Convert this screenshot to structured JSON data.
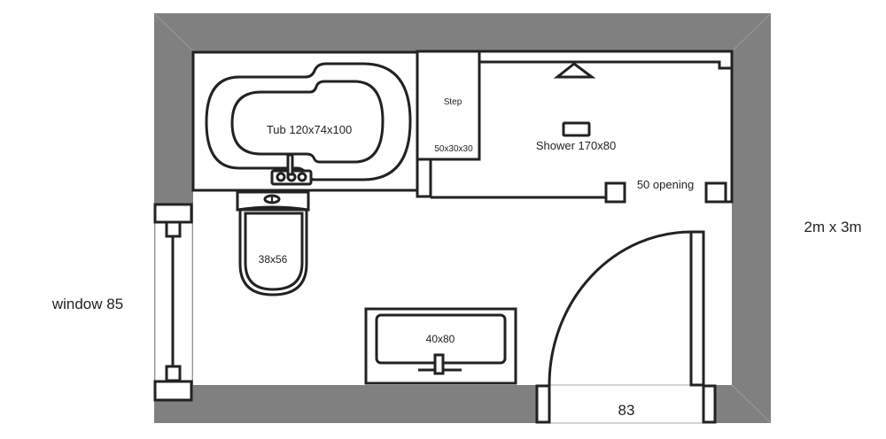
{
  "room_size": "2m x 3m",
  "window_label": "window 85",
  "door_label": "83",
  "tub_label": "Tub 120x74x100",
  "step_label": "Step",
  "step_size": "50x30x30",
  "shower_label": "Shower 170x80",
  "opening_label": "50 opening",
  "toilet_label": "38x56",
  "sink_label": "40x80",
  "colors": {
    "wall": "#808080",
    "line": "#222222"
  }
}
